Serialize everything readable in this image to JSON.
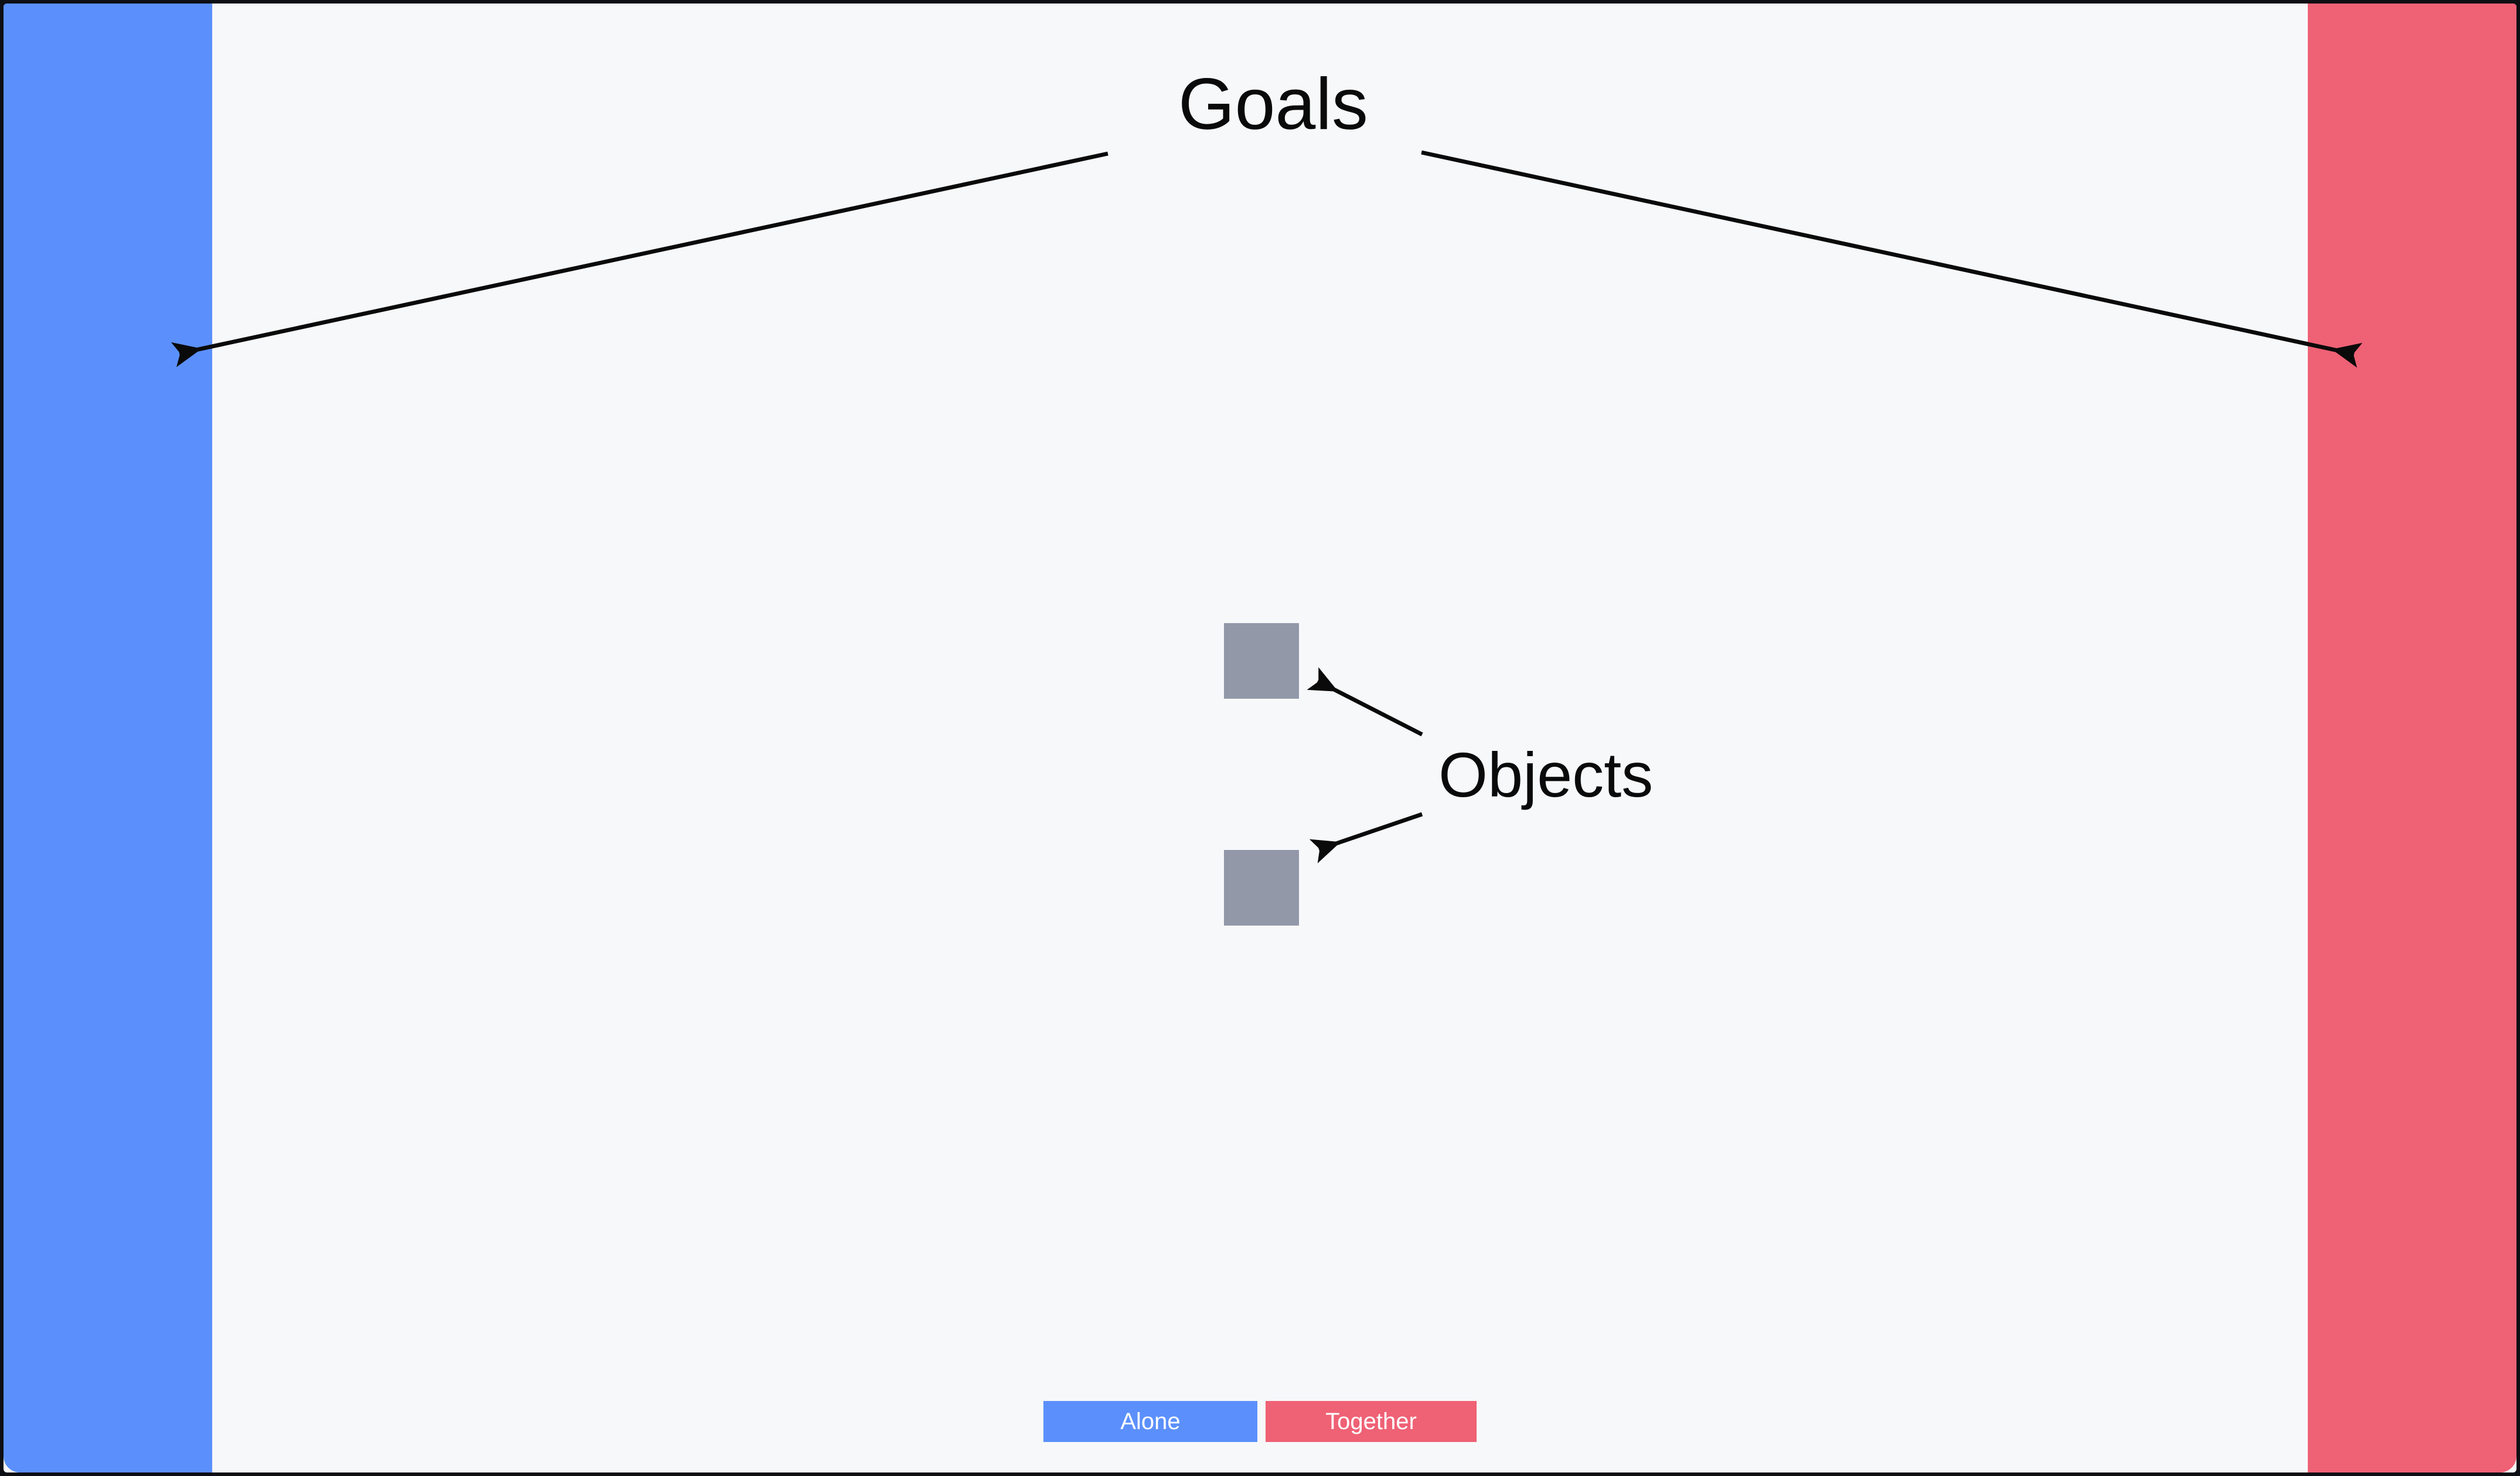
{
  "scene": {
    "background_color": "#f7f8fa",
    "frame_color": "#0d0f14"
  },
  "goal_zones": [
    {
      "name": "left-goal",
      "color": "#5b90fc",
      "side": "left"
    },
    {
      "name": "right-goal",
      "color": "#ef6175",
      "side": "right"
    }
  ],
  "objects": [
    {
      "name": "object-top",
      "color": "#9298a8"
    },
    {
      "name": "object-bottom",
      "color": "#9298a8"
    }
  ],
  "annotations": {
    "goals_label": "Goals",
    "objects_label": "Objects",
    "arrow_color": "#0a0a0a"
  },
  "controls": {
    "alone_label": "Alone",
    "alone_color": "#5b90fc",
    "together_label": "Together",
    "together_color": "#ef6175"
  }
}
